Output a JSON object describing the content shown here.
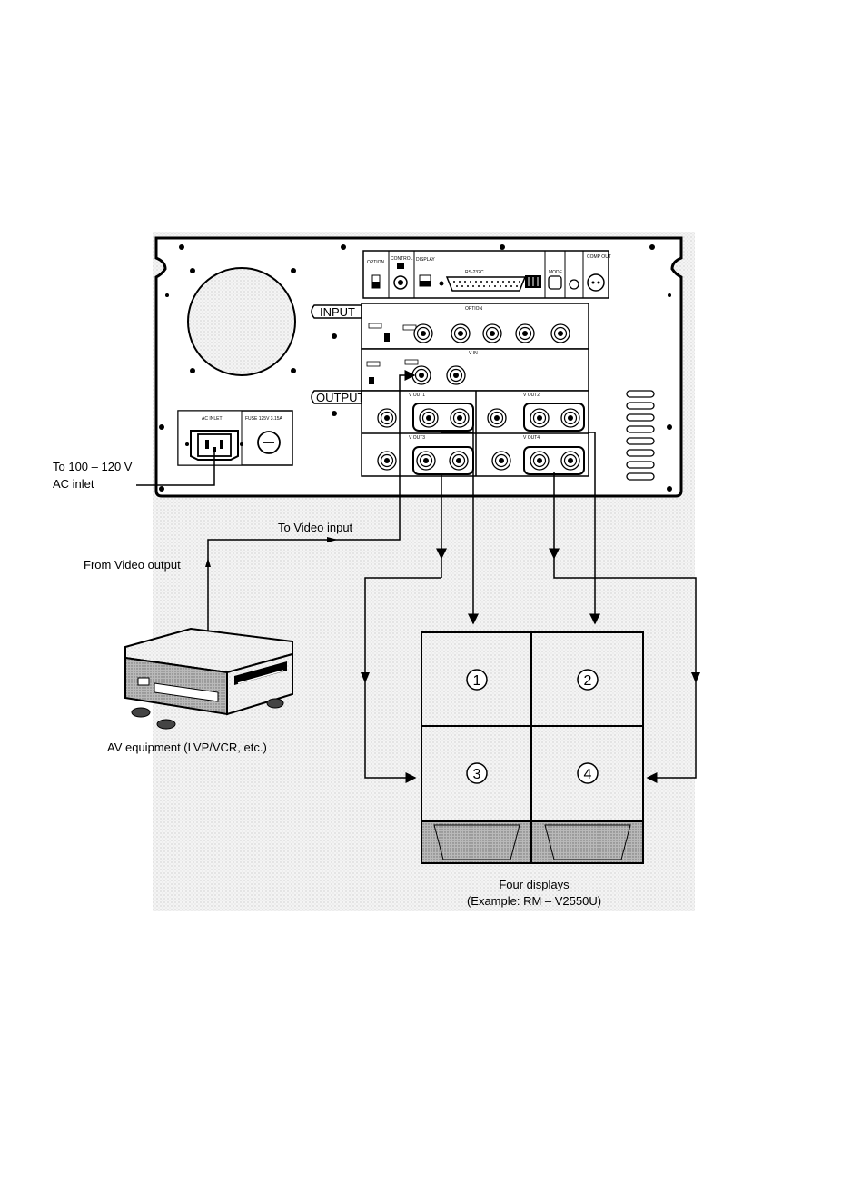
{
  "rear_panel": {
    "input_label": "INPUT",
    "output_label": "OUTPUT",
    "ac_inlet_label": "AC INLET",
    "fuse_label": "FUSE 125V 3.15A",
    "option_label": "OPTION",
    "v_in_label": "V IN",
    "control_label": "CONTROL",
    "display_label": "DISPLAY",
    "rs232c_label": "RS-232C",
    "mode_label": "MODE",
    "comp_out_label": "COMP OUT",
    "v_out1_label": "V OUT1",
    "v_out2_label": "V OUT2",
    "v_out3_label": "V OUT3",
    "v_out4_label": "V OUT4"
  },
  "labels": {
    "ac_inlet_note_line1": "To 100 – 120 V",
    "ac_inlet_note_line2": "AC inlet",
    "to_video_input": "To Video input",
    "from_video_output": "From Video output",
    "av_equipment": "AV equipment (LVP/VCR, etc.)",
    "four_displays_line1": "Four displays",
    "four_displays_line2": "(Example: RM – V2550U)"
  },
  "displays": {
    "d1": "1",
    "d2": "2",
    "d3": "3",
    "d4": "4"
  }
}
